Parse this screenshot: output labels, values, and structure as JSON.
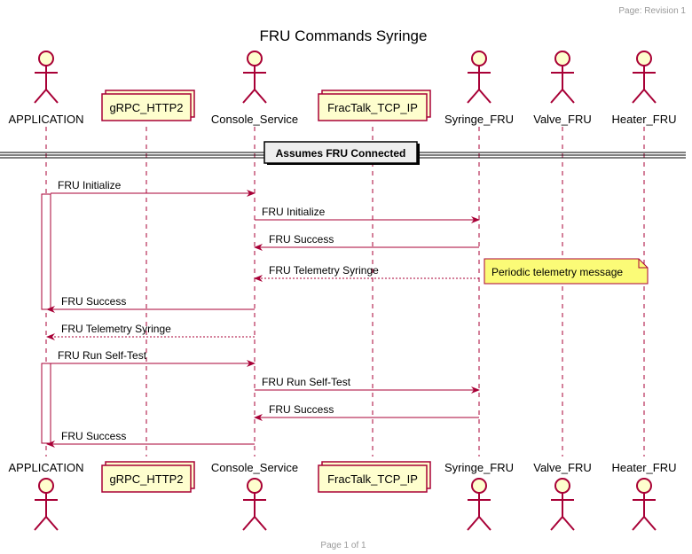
{
  "header": {
    "revision": "Page: Revision 1"
  },
  "title": "FRU Commands Syringe",
  "footer": {
    "page": "Page 1 of 1"
  },
  "participants": [
    {
      "id": "application",
      "name": "APPLICATION",
      "kind": "actor"
    },
    {
      "id": "grpc",
      "name": "gRPC_HTTP2",
      "kind": "collections"
    },
    {
      "id": "console",
      "name": "Console_Service",
      "kind": "actor"
    },
    {
      "id": "fractalk",
      "name": "FracTalk_TCP_IP",
      "kind": "collections"
    },
    {
      "id": "syringe",
      "name": "Syringe_FRU",
      "kind": "actor"
    },
    {
      "id": "valve",
      "name": "Valve_FRU",
      "kind": "actor"
    },
    {
      "id": "heater",
      "name": "Heater_FRU",
      "kind": "actor"
    }
  ],
  "divider": {
    "label": "Assumes FRU Connected"
  },
  "messages": [
    {
      "label": "FRU Initialize",
      "from": "application",
      "to": "console",
      "style": "solid"
    },
    {
      "label": "FRU Initialize",
      "from": "console",
      "to": "syringe",
      "style": "solid"
    },
    {
      "label": "FRU Success",
      "from": "syringe",
      "to": "console",
      "style": "solid"
    },
    {
      "label": "FRU Telemetry Syringe",
      "from": "syringe",
      "to": "console",
      "style": "dashed"
    },
    {
      "label": "FRU Success",
      "from": "console",
      "to": "application",
      "style": "solid"
    },
    {
      "label": "FRU Telemetry Syringe",
      "from": "console",
      "to": "application",
      "style": "dashed"
    },
    {
      "label": "FRU Run Self-Test",
      "from": "application",
      "to": "console",
      "style": "solid"
    },
    {
      "label": "FRU Run Self-Test",
      "from": "console",
      "to": "syringe",
      "style": "solid"
    },
    {
      "label": "FRU Success",
      "from": "syringe",
      "to": "console",
      "style": "solid"
    },
    {
      "label": "FRU Success",
      "from": "console",
      "to": "application",
      "style": "solid"
    }
  ],
  "note": {
    "text": "Periodic telemetry message"
  },
  "colors": {
    "arrow": "#a80036",
    "actor_fill": "#fefece",
    "box_fill": "#fefece",
    "note_fill": "#fbfb77",
    "lifeline": "#a80036",
    "divider_fill": "#eeeeee"
  }
}
